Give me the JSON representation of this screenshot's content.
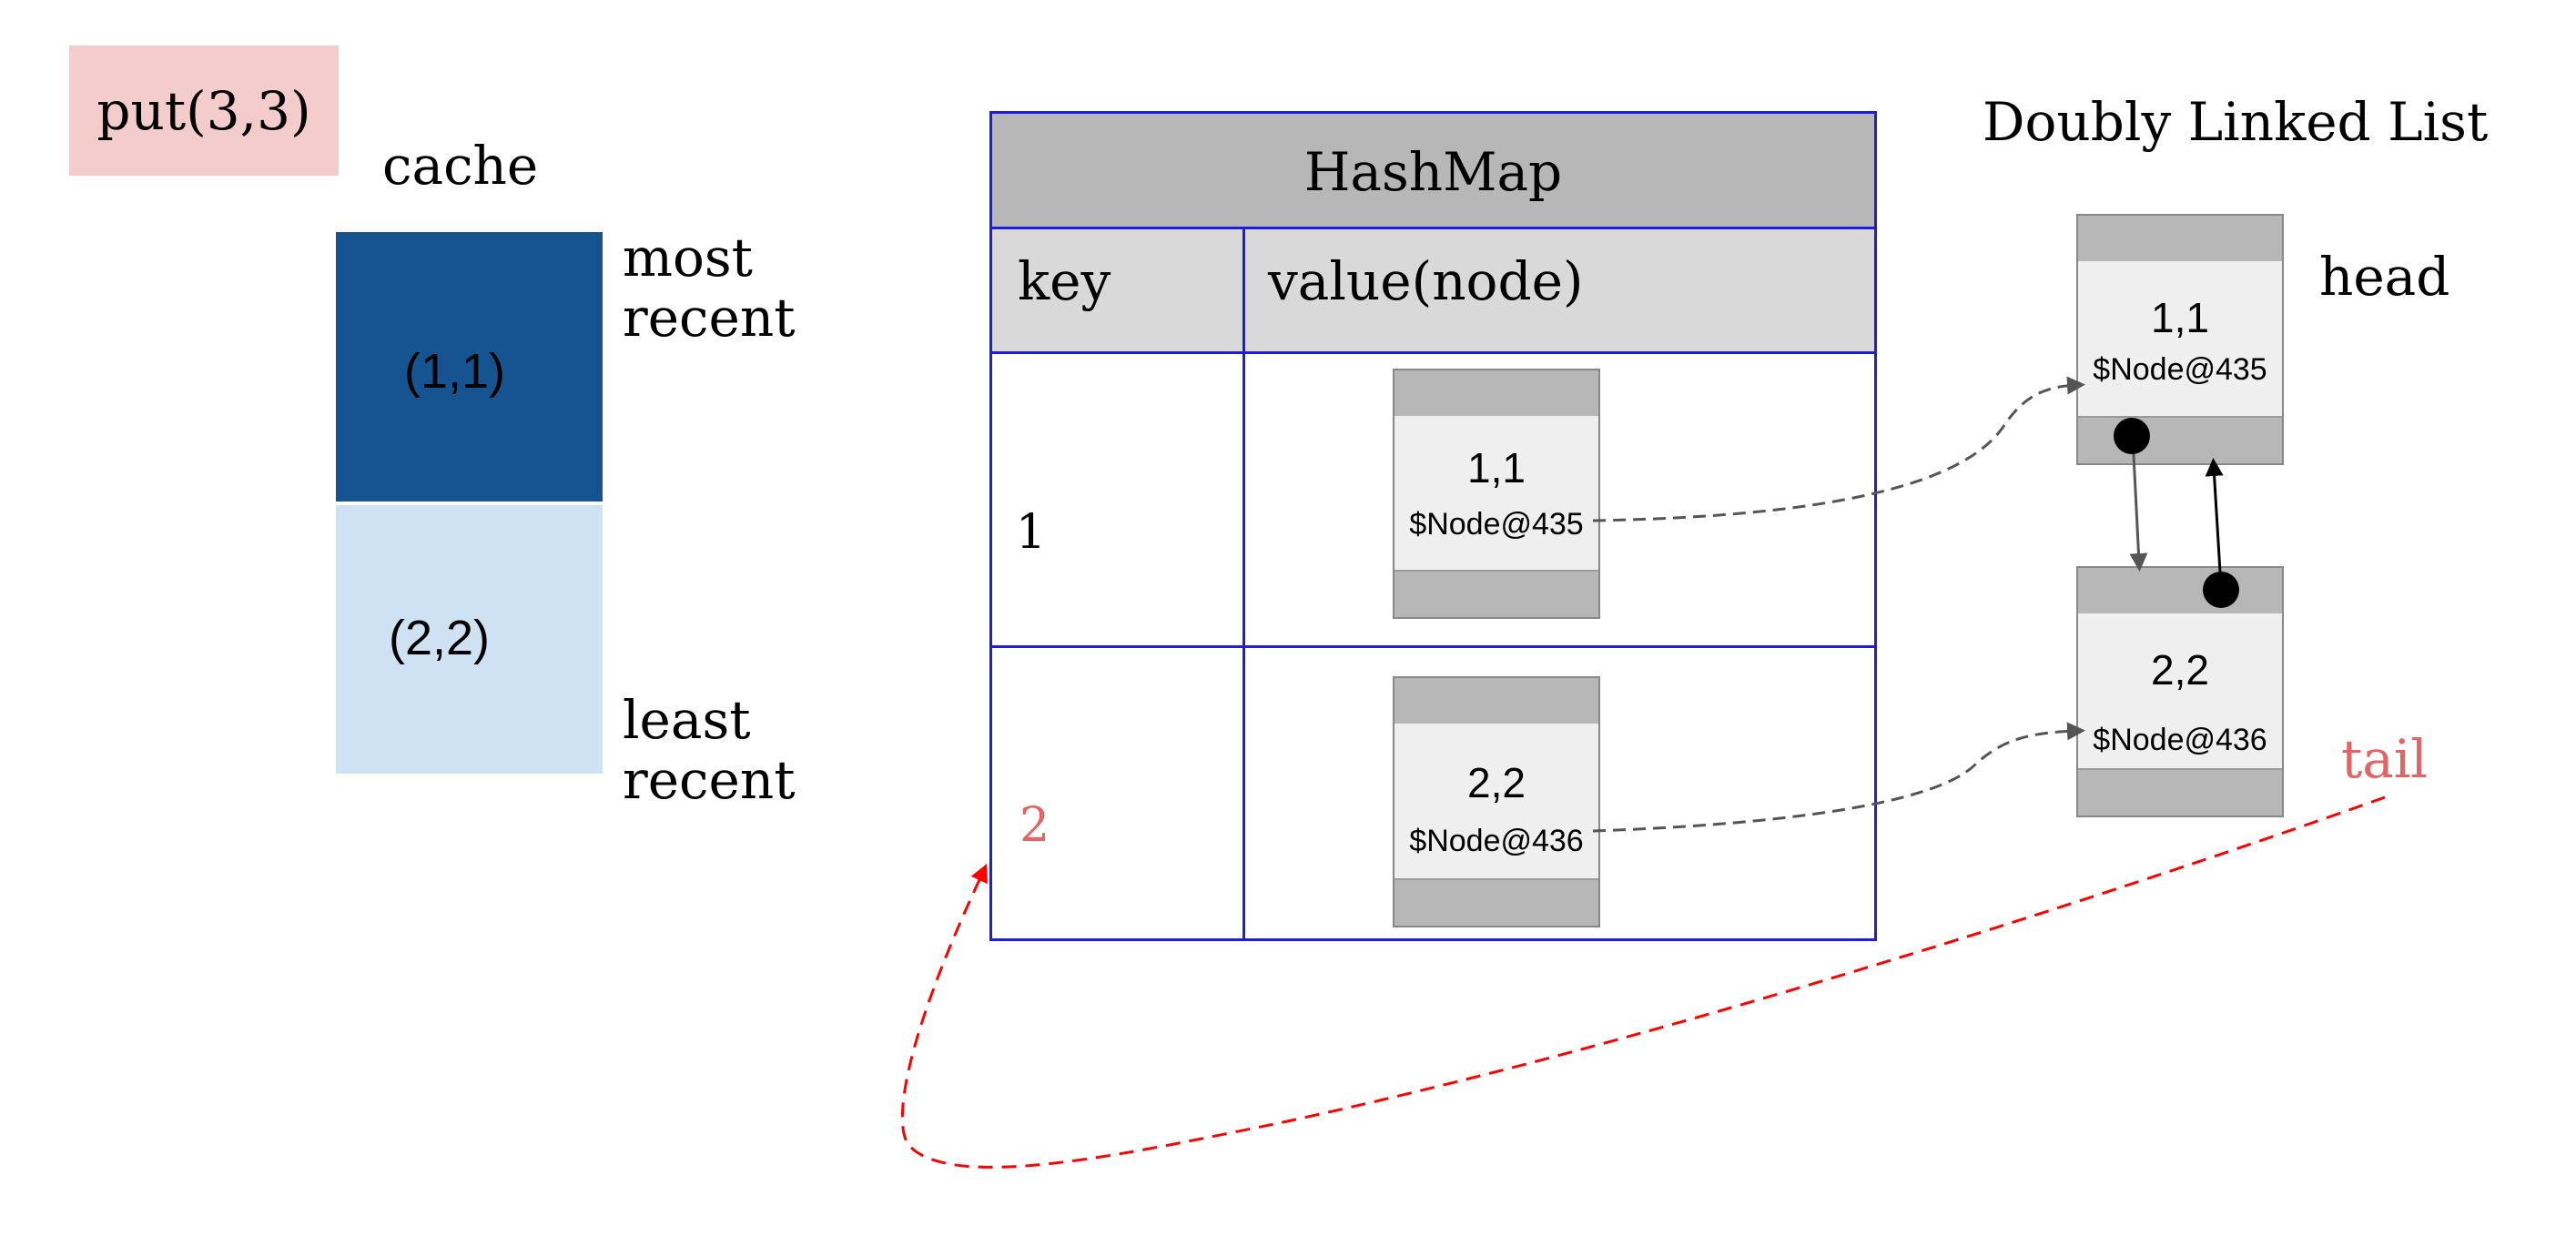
{
  "operation": {
    "label": "put(3,3)"
  },
  "cache": {
    "title": "cache",
    "cells": [
      {
        "label": "(1,1)",
        "color": "#155491"
      },
      {
        "label": "(2,2)",
        "color": "#cfe2f3"
      }
    ],
    "most_label": "most\nrecent",
    "least_label": "least\nrecent"
  },
  "hashmap": {
    "title": "HashMap",
    "columns": [
      "key",
      "value(node)"
    ],
    "rows": [
      {
        "key": "1",
        "node_value": "1,1",
        "node_addr": "$Node@435",
        "key_color": "#000000"
      },
      {
        "key": "2",
        "node_value": "2,2",
        "node_addr": "$Node@436",
        "key_color": "#e06666"
      }
    ],
    "border_color": "#1d1ddb"
  },
  "linked_list": {
    "title": "Doubly Linked List",
    "head_label": "head",
    "tail_label": "tail",
    "nodes": [
      {
        "value": "1,1",
        "addr": "$Node@435"
      },
      {
        "value": "2,2",
        "addr": "$Node@436"
      }
    ]
  },
  "colors": {
    "highlight_red": "#e06666",
    "arrow_red": "#ff0000",
    "connector_gray": "#555555"
  }
}
